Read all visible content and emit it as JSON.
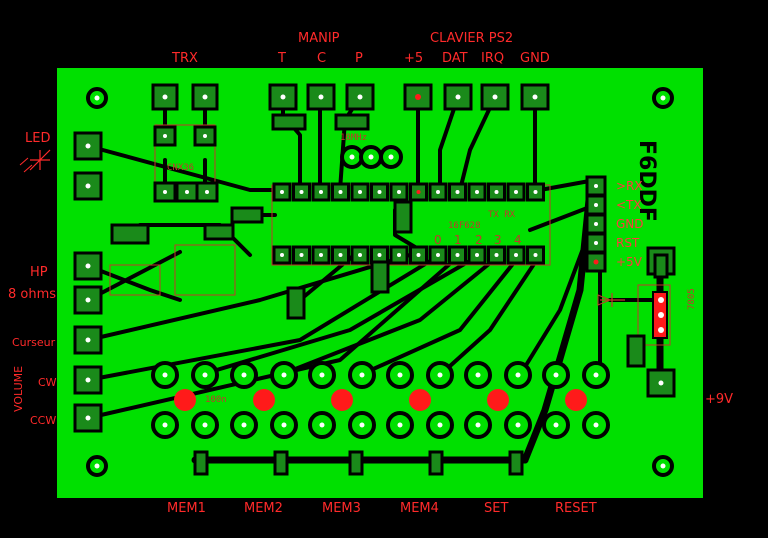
{
  "labels": {
    "trx": "TRX",
    "manip": "MANIP",
    "manip_t": "T",
    "manip_c": "C",
    "manip_p": "P",
    "clavier": "CLAVIER PS2",
    "plus5": "+5",
    "dat": "DAT",
    "irq": "IRQ",
    "gnd": "GND",
    "led": "LED",
    "hp": "HP",
    "hp_ohms": "8 ohms",
    "curseur": "Curseur",
    "volume": "VOLUME",
    "cw": "CW",
    "ccw": "CCW",
    "mem1": "MEM1",
    "mem2": "MEM2",
    "mem3": "MEM3",
    "mem4": "MEM4",
    "set": "SET",
    "reset": "RESET",
    "plus9v": "+9V",
    "rx": ">RX",
    "tx": "<TX",
    "gnd2": "GND",
    "rst": "RST",
    "plus5v": "+5V"
  },
  "silkscreen": {
    "cnx36": "CNX36",
    "mhz": "10MHz",
    "v7805": "7805",
    "pic": "16F628",
    "txrx": "TX RX",
    "cap": "100n",
    "pin_nums": [
      "0",
      "1",
      "2",
      "3",
      "4"
    ],
    "brand": "F6DDF"
  },
  "colors": {
    "board": "#00e000",
    "background": "#000000",
    "text": "#ff2a2a",
    "pad_hole_red": "#ff1a1a"
  }
}
